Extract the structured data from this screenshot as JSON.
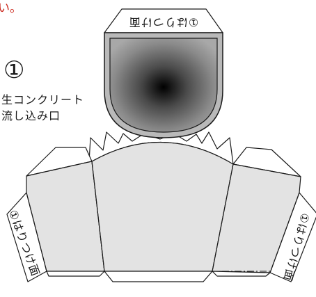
{
  "corner_text": "い。",
  "part_number": "①",
  "part_caption": {
    "line1": "生コンクリート",
    "line2": "流し込み口"
  },
  "glue_labels": {
    "top_tab": "①はりつけ面",
    "left_tab": "①はりつけ面",
    "right_tab": "①はりつけ面"
  },
  "colors": {
    "panel_fill": "#e3e3e3",
    "frame_fill": "#b9b9b9",
    "outline": "#1a1a1a",
    "corner_text": "#cc2a1f"
  }
}
